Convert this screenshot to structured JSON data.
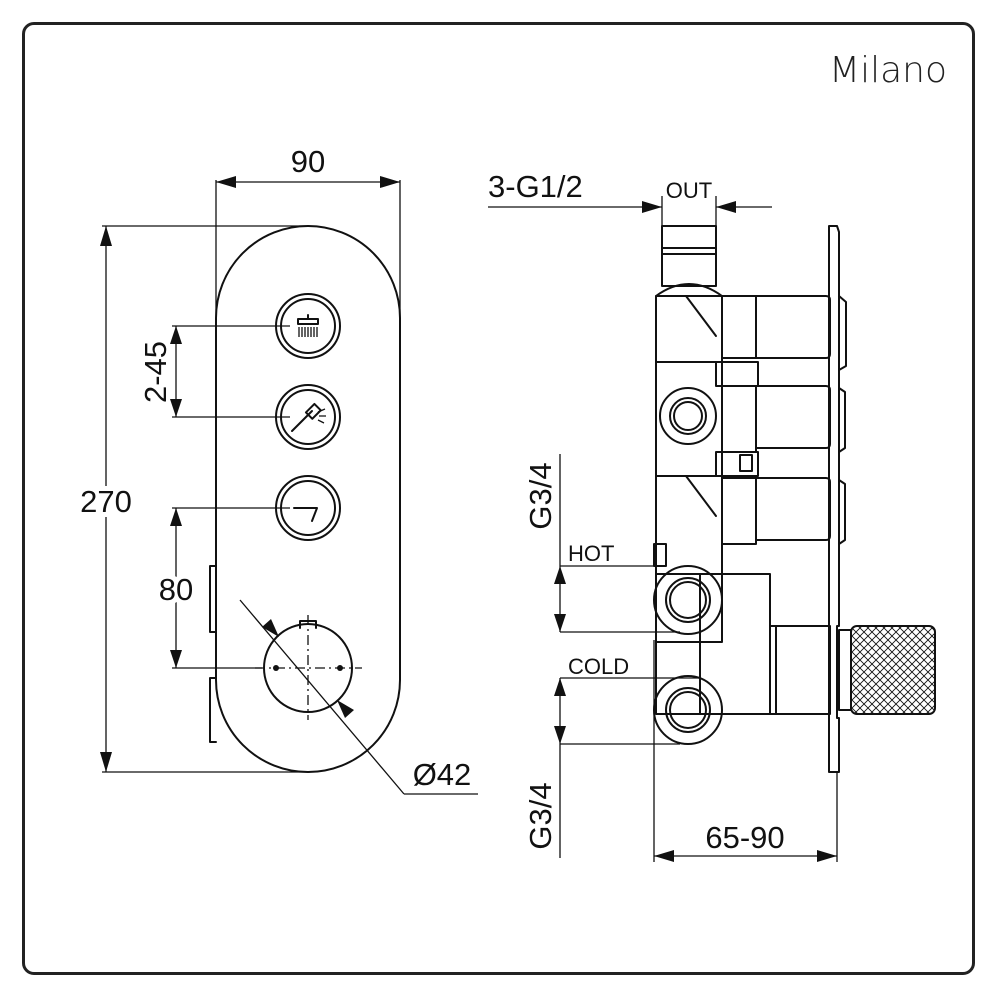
{
  "brand": "Milano",
  "front_view": {
    "width_dim": "90",
    "height_dim": "270",
    "button_spacing_dim": "2-45",
    "handle_offset_dim": "80",
    "handle_diameter_dim": "Ø42",
    "buttons": [
      {
        "icon": "overhead-shower-icon"
      },
      {
        "icon": "hand-shower-icon"
      },
      {
        "icon": "spout-icon"
      }
    ]
  },
  "side_view": {
    "outlet_thread": "3-G1/2",
    "outlet_label": "OUT",
    "inlet_thread_top": "G3/4",
    "inlet_thread_bottom": "G3/4",
    "hot_label": "HOT",
    "cold_label": "COLD",
    "depth_dim": "65-90"
  }
}
